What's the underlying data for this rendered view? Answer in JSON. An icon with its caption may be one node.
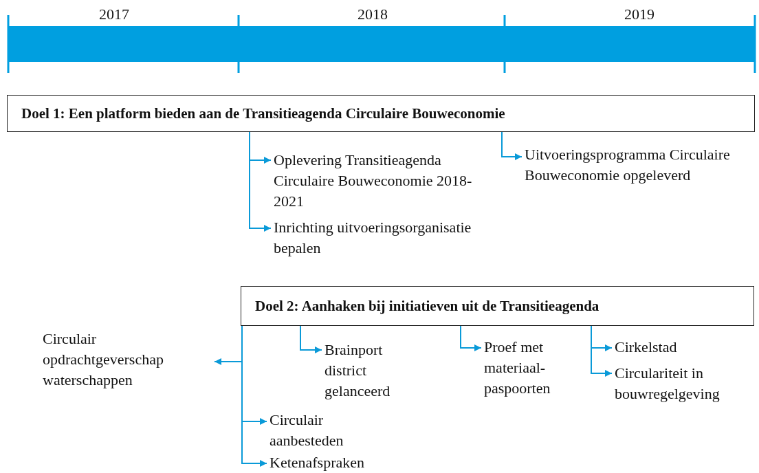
{
  "diagram": {
    "nodes": [
      {
        "text": [
          "Doel 1: Een platform bieden aan de Transitieagenda Circulaire Bouweconomie"
        ]
      },
      {
        "text": [
          "Oplevering Transitieagenda Circulaire Bouweconomie 2018-2021"
        ]
      },
      {
        "text": [
          "Inrichting uitvoeringsorganisatie bepalen"
        ]
      },
      {
        "text": [
          "Uitvoeringsprogramma Circulaire Bouweconomie opgeleverd"
        ]
      },
      {
        "text": [
          "Doel 2: Aanhaken bij initiatieven uit de Transitieagenda"
        ]
      },
      {
        "text": [
          "Circulair opdrachtgeverschap waterschappen"
        ]
      },
      {
        "text": [
          "Brainport district gelanceerd"
        ]
      },
      {
        "text": [
          "Proef met materiaal-paspoorten"
        ]
      },
      {
        "text": [
          "Cirkelstad"
        ]
      },
      {
        "text": [
          "Circulariteit in bouwregelgeving"
        ]
      },
      {
        "text": [
          "Circulair aanbesteden"
        ]
      },
      {
        "text": [
          "Ketenafspraken"
        ]
      }
    ],
    "edges": [
      {
        "from": 0,
        "to": 1,
        "arrow": "to"
      },
      {
        "from": 0,
        "to": 2,
        "arrow": "to"
      },
      {
        "from": 0,
        "to": 3,
        "arrow": "to"
      },
      {
        "from": 4,
        "to": 5,
        "arrow": "to"
      },
      {
        "from": 4,
        "to": 6,
        "arrow": "to"
      },
      {
        "from": 4,
        "to": 7,
        "arrow": "to"
      },
      {
        "from": 4,
        "to": 8,
        "arrow": "to"
      },
      {
        "from": 4,
        "to": 9,
        "arrow": "to"
      },
      {
        "from": 4,
        "to": 10,
        "arrow": "to"
      },
      {
        "from": 4,
        "to": 11,
        "arrow": "to"
      }
    ],
    "labels": [
      "2017",
      "2018",
      "2019"
    ]
  }
}
